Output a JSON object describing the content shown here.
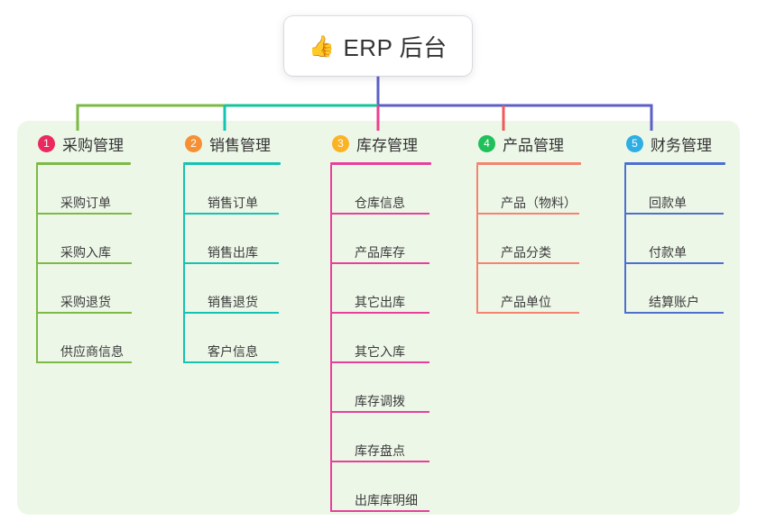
{
  "diagram": {
    "type": "org-chart",
    "background_color": "#ffffff",
    "panel_color": "#edf7e8",
    "root": {
      "title": "ERP 后台",
      "emoji": "👍",
      "emoji_name": "thumbs-up-icon",
      "stem_color": "#5b5fc7"
    },
    "connector_colors": {
      "left_segment": "#7cba45",
      "mid_segment": "#15c39a",
      "right_segment": "#5b5fc7"
    },
    "columns": [
      {
        "number": "1",
        "title": "采购管理",
        "badge_color": "#ea2a5f",
        "line_color": "#7cba45",
        "drop_color": "#7cba45",
        "items": [
          "采购订单",
          "采购入库",
          "采购退货",
          "供应商信息"
        ]
      },
      {
        "number": "2",
        "title": "销售管理",
        "badge_color": "#f79034",
        "line_color": "#15c3b2",
        "drop_color": "#15c3b2",
        "items": [
          "销售订单",
          "销售出库",
          "销售退货",
          "客户信息"
        ]
      },
      {
        "number": "3",
        "title": "库存管理",
        "badge_color": "#fbb325",
        "line_color": "#e8409a",
        "drop_color": "#ee3f8f",
        "items": [
          "仓库信息",
          "产品库存",
          "其它出库",
          "其它入库",
          "库存调拨",
          "库存盘点",
          "出库库明细"
        ]
      },
      {
        "number": "4",
        "title": "产品管理",
        "badge_color": "#20c05a",
        "line_color": "#f4836f",
        "drop_color": "#f05a5a",
        "items": [
          "产品（物料）",
          "产品分类",
          "产品单位"
        ]
      },
      {
        "number": "5",
        "title": "财务管理",
        "badge_color": "#2eaee4",
        "line_color": "#4d6fd0",
        "drop_color": "#5b5fc7",
        "items": [
          "回款单",
          "付款单",
          "结算账户"
        ]
      }
    ]
  }
}
